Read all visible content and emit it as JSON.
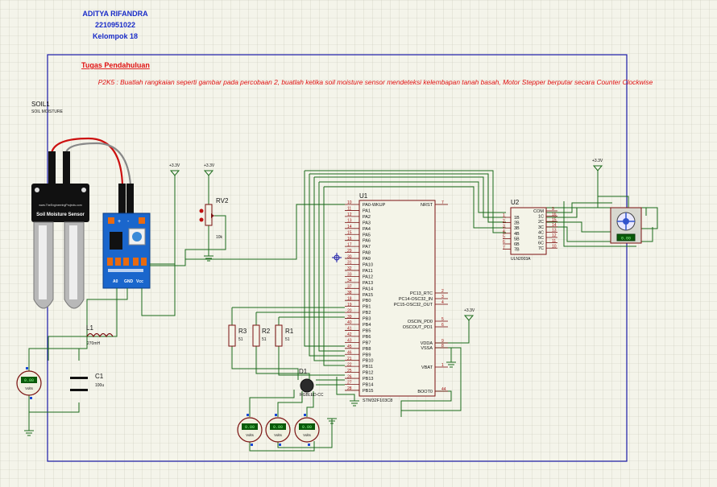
{
  "header": {
    "name": "ADITYA RIFANDRA",
    "nim": "2210951022",
    "group": "Kelompok 18"
  },
  "task": {
    "title": "Tugas Pendahuluan",
    "text": "P2K5 : Buatlah rangkaian seperti gambar pada percobaan 2, buatlah ketika soil moisture sensor mendeteksi kelembapan tanah basah, Motor Stepper berputar secara Counter Clockwise"
  },
  "components": {
    "soil": {
      "ref": "SOIL1",
      "type": "SOIL MOISTURE",
      "site": "www.TheEngineeringProjects.com",
      "label": "Soil Moisture Sensor",
      "pins": [
        "A0",
        "GND",
        "Vcc"
      ]
    },
    "rv2": {
      "ref": "RV2",
      "value": "10k"
    },
    "u1": {
      "ref": "U1",
      "part": "STM32F103C8"
    },
    "u2": {
      "ref": "U2",
      "part": "ULN2003A"
    },
    "l1": {
      "ref": "L1",
      "value": "270mH"
    },
    "c1": {
      "ref": "C1",
      "value": "100u"
    },
    "r1": {
      "ref": "R1",
      "value": "51"
    },
    "r2": {
      "ref": "R2",
      "value": "51"
    },
    "r3": {
      "ref": "R3",
      "value": "51"
    },
    "d1": {
      "ref": "D1",
      "part": "RGBLED-CC"
    },
    "power": "+3.3V",
    "voltmeter_label": "Volts",
    "voltmeter_reading": "0.00"
  },
  "u1_pins_left": [
    {
      "no": "10",
      "name": "PA0-WKUP"
    },
    {
      "no": "11",
      "name": "PA1"
    },
    {
      "no": "12",
      "name": "PA2"
    },
    {
      "no": "13",
      "name": "PA3"
    },
    {
      "no": "14",
      "name": "PA4"
    },
    {
      "no": "15",
      "name": "PA5"
    },
    {
      "no": "16",
      "name": "PA6"
    },
    {
      "no": "17",
      "name": "PA7"
    },
    {
      "no": "29",
      "name": "PA8"
    },
    {
      "no": "30",
      "name": "PA9"
    },
    {
      "no": "31",
      "name": "PA10"
    },
    {
      "no": "32",
      "name": "PA11"
    },
    {
      "no": "33",
      "name": "PA12"
    },
    {
      "no": "34",
      "name": "PA13"
    },
    {
      "no": "37",
      "name": "PA14"
    },
    {
      "no": "38",
      "name": "PA15"
    },
    {
      "no": "18",
      "name": "PB0"
    },
    {
      "no": "19",
      "name": "PB1"
    },
    {
      "no": "20",
      "name": "PB2"
    },
    {
      "no": "39",
      "name": "PB3"
    },
    {
      "no": "40",
      "name": "PB4"
    },
    {
      "no": "41",
      "name": "PB5"
    },
    {
      "no": "42",
      "name": "PB6"
    },
    {
      "no": "43",
      "name": "PB7"
    },
    {
      "no": "45",
      "name": "PB8"
    },
    {
      "no": "46",
      "name": "PB9"
    },
    {
      "no": "21",
      "name": "PB10"
    },
    {
      "no": "22",
      "name": "PB11"
    },
    {
      "no": "25",
      "name": "PB12"
    },
    {
      "no": "26",
      "name": "PB13"
    },
    {
      "no": "27",
      "name": "PB14"
    },
    {
      "no": "28",
      "name": "PB15"
    }
  ],
  "u1_pins_right": [
    {
      "no": "7",
      "name": "NRST"
    },
    {
      "no": "2",
      "name": "PC13_RTC"
    },
    {
      "no": "3",
      "name": "PC14-OSC32_IN"
    },
    {
      "no": "4",
      "name": "PC15-OSC32_OUT"
    },
    {
      "no": "5",
      "name": "OSCIN_PD0"
    },
    {
      "no": "6",
      "name": "OSCOUT_PD1"
    },
    {
      "no": "9",
      "name": "VDDA"
    },
    {
      "no": "8",
      "name": "VSSA"
    },
    {
      "no": "1",
      "name": "VBAT"
    },
    {
      "no": "44",
      "name": "BOOT0"
    }
  ],
  "u2_pins_left": [
    {
      "no": "1",
      "name": "1B"
    },
    {
      "no": "2",
      "name": "2B"
    },
    {
      "no": "3",
      "name": "3B"
    },
    {
      "no": "4",
      "name": "4B"
    },
    {
      "no": "5",
      "name": "5B"
    },
    {
      "no": "6",
      "name": "6B"
    },
    {
      "no": "7",
      "name": "7B"
    }
  ],
  "u2_pins_right": [
    {
      "no": "9",
      "name": "COM"
    },
    {
      "no": "16",
      "name": "1C"
    },
    {
      "no": "15",
      "name": "2C"
    },
    {
      "no": "14",
      "name": "3C"
    },
    {
      "no": "13",
      "name": "4C"
    },
    {
      "no": "12",
      "name": "5C"
    },
    {
      "no": "11",
      "name": "6C"
    },
    {
      "no": "10",
      "name": "7C"
    }
  ]
}
